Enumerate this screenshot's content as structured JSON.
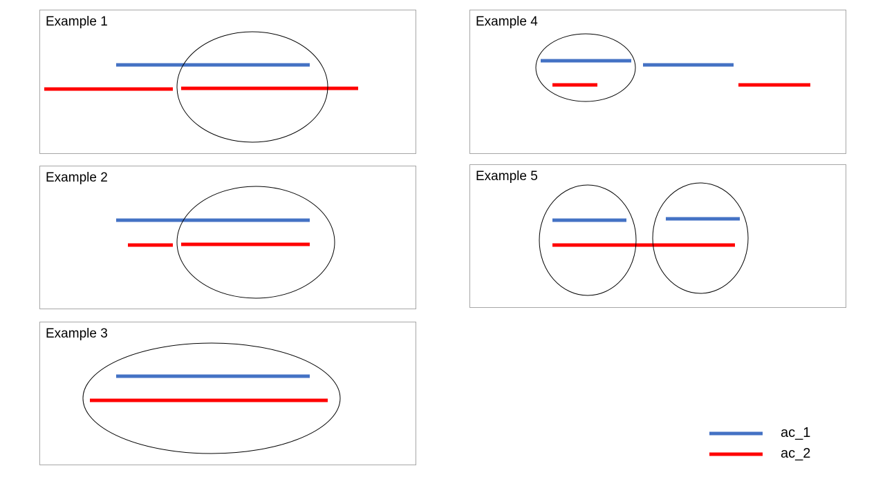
{
  "colors": {
    "ac_1": "#4472c4",
    "ac_2": "#ff0000",
    "ellipse": "#000000",
    "border": "#a6a6a6"
  },
  "panels": [
    {
      "title": "Example 1"
    },
    {
      "title": "Example 2"
    },
    {
      "title": "Example 3"
    },
    {
      "title": "Example 4"
    },
    {
      "title": "Example 5"
    }
  ],
  "legend": [
    {
      "label": "ac_1",
      "series": "ac_1"
    },
    {
      "label": "ac_2",
      "series": "ac_2"
    }
  ]
}
